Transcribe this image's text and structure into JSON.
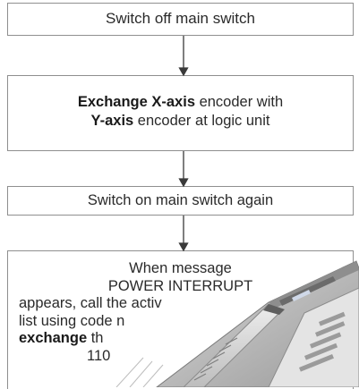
{
  "steps": {
    "step1": {
      "text": "Switch off main switch"
    },
    "step2": {
      "line1_bold": "Exchange X-axis",
      "line1_rest": " encoder with",
      "line2_bold": "Y-axis",
      "line2_rest": " encoder at logic unit"
    },
    "step3": {
      "text": "Switch on main switch again"
    },
    "step4": {
      "line1": "When message",
      "line2": "POWER INTERRUPT",
      "line3": "appears, call the  activ",
      "line4": "list using code n",
      "line5_bold": "exchange",
      "line5_rest": " th",
      "line6": "110"
    }
  },
  "colors": {
    "border": "#8f8f8f",
    "text": "#2a2a2a",
    "arrow": "#3a3a3a",
    "overlay_panel": "#c8c8c8"
  }
}
